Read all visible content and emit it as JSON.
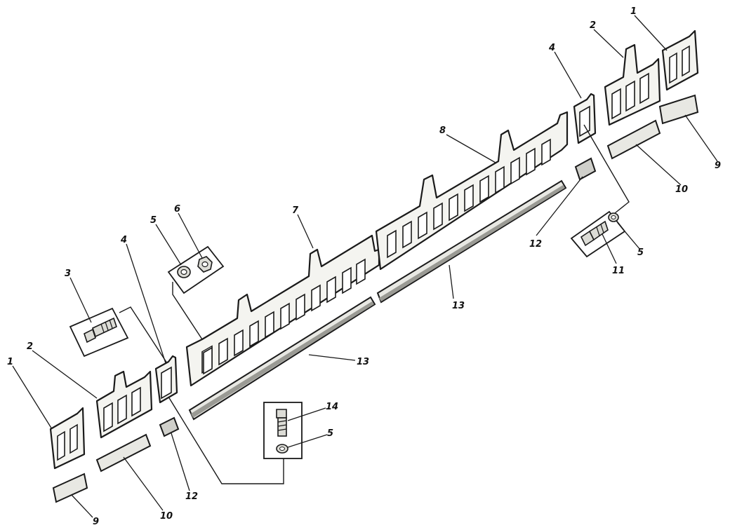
{
  "callouts": {
    "c1_left": "1",
    "c2_left": "2",
    "c3": "3",
    "c4_left": "4",
    "c5_left_top": "5",
    "c6": "6",
    "c7": "7",
    "c8": "8",
    "c9_left": "9",
    "c10_left": "10",
    "c12_left": "12",
    "c13_lower": "13",
    "c13_upper": "13",
    "c14": "14",
    "c5_lower": "5",
    "c1_right": "1",
    "c2_right": "2",
    "c4_right": "4",
    "c9_right": "9",
    "c10_right": "10",
    "c12_right": "12",
    "c11": "11",
    "c5_right": "5"
  }
}
